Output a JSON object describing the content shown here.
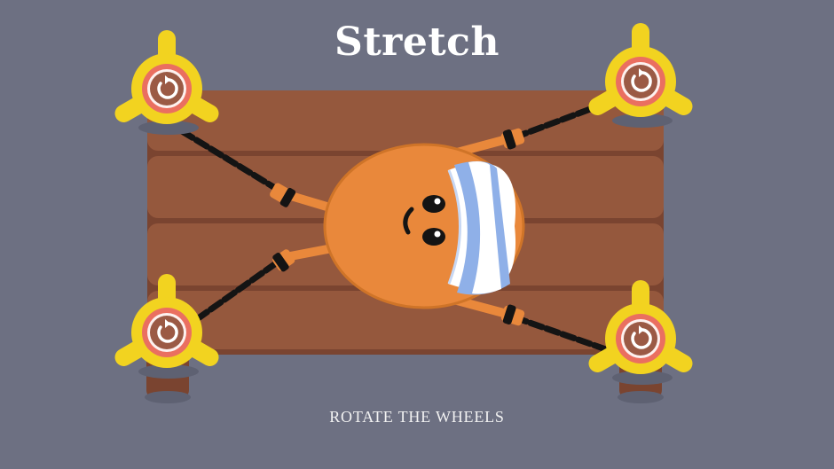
{
  "level": {
    "title": "Stretch",
    "instruction": "ROTATE THE WHEELS"
  },
  "wheels": [
    {
      "position": "top-left",
      "icon": "rotate-icon"
    },
    {
      "position": "top-right",
      "icon": "rotate-icon"
    },
    {
      "position": "bottom-left",
      "icon": "rotate-icon"
    },
    {
      "position": "bottom-right",
      "icon": "rotate-icon"
    }
  ],
  "character": {
    "name": "bean",
    "accessory": "striped-headband"
  },
  "colors": {
    "background": "#6d7082",
    "table": "#95583d",
    "plank_shadow": "#7a4430",
    "wheel_yellow": "#f2d320",
    "wheel_ring": "#ea6f60",
    "body_orange": "#e9883b",
    "headband_blue": "#8fb0e8"
  }
}
